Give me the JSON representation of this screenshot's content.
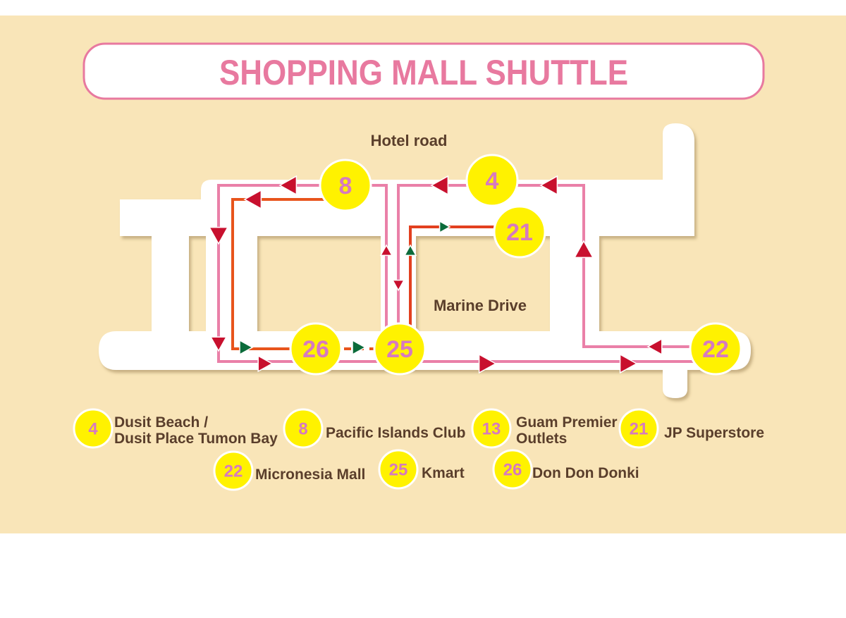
{
  "title": "SHOPPING MALL SHUTTLE",
  "map": {
    "road_labels": {
      "hotel_road": "Hotel road",
      "marine_drive": "Marine Drive"
    },
    "stops": {
      "s8": "8",
      "s4": "4",
      "s21": "21",
      "s26": "26",
      "s25": "25",
      "s22": "22"
    }
  },
  "legend": [
    {
      "number": "4",
      "line1": "Dusit Beach /",
      "line2": "Dusit Place Tumon Bay"
    },
    {
      "number": "8",
      "line1": "Pacific Islands Club"
    },
    {
      "number": "13",
      "line1": "Guam Premier",
      "line2": "Outlets"
    },
    {
      "number": "21",
      "line1": "JP Superstore"
    },
    {
      "number": "22",
      "line1": "Micronesia Mall"
    },
    {
      "number": "25",
      "line1": "Kmart"
    },
    {
      "number": "26",
      "line1": "Don Don Donki"
    }
  ],
  "colors": {
    "background": "#f9e5b8",
    "title_pink": "#e8799f",
    "route_pink": "#ea80a8",
    "route_orange": "#e8541c",
    "arrow_red": "#c8102e",
    "arrow_green": "#0b6b3a",
    "stop_yellow": "#fff200",
    "text_brown": "#5a3e2b"
  }
}
